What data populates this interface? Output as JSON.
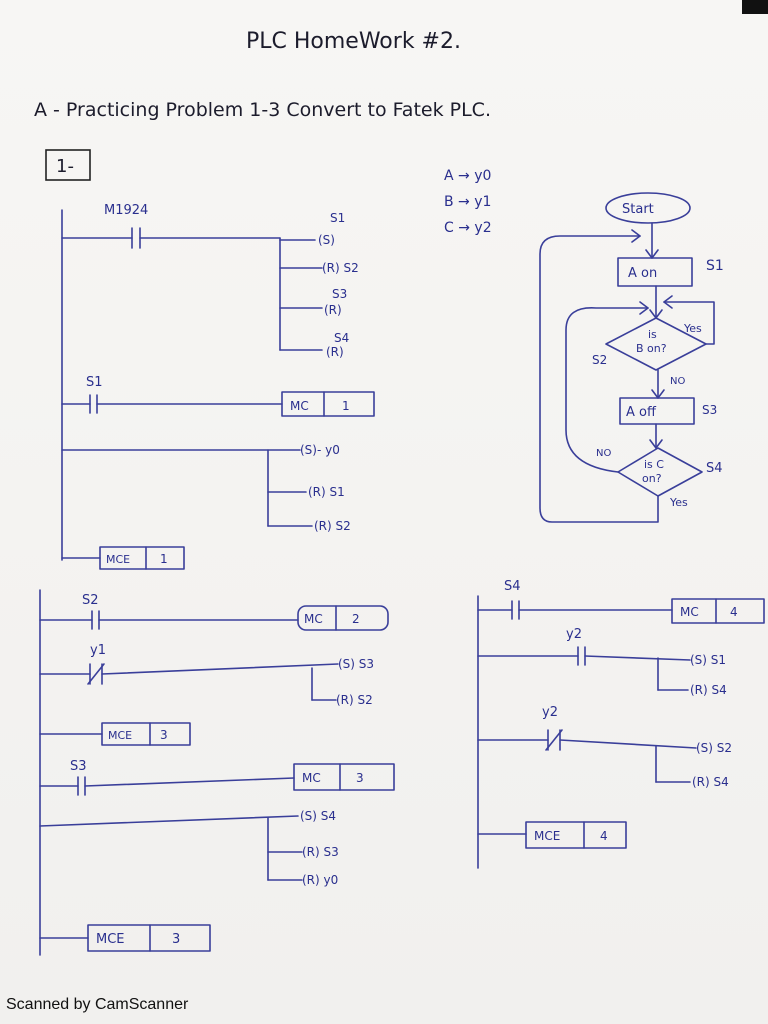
{
  "header": {
    "title": "PLC HomeWork #2.",
    "subtitle": "A - Practicing Problem 1-3 Convert to Fatek PLC.",
    "problem_box": "1-"
  },
  "mapping": [
    "A → y0",
    "B → y1",
    "C → y2"
  ],
  "ladder": {
    "rung1": {
      "contact": "M1924",
      "outputs": [
        "S1",
        "(S)",
        "(R) S2",
        "S3",
        "(R)",
        "S4",
        "(R)"
      ]
    },
    "block1": {
      "contact": "S1",
      "mc": [
        "MC",
        "1"
      ],
      "outputs": [
        "(S)- y0",
        "(R) S1",
        "(R) S2"
      ],
      "mce": [
        "MCE",
        "1"
      ]
    },
    "block2": {
      "contact": "S2",
      "mc": [
        "MC",
        "2"
      ],
      "contact2": "y1",
      "outputs": [
        "(S) S3",
        "(R) S2"
      ],
      "mce": [
        "MCE",
        "3"
      ]
    },
    "block3": {
      "contact": "S3",
      "mc": [
        "MC",
        "3"
      ],
      "outputs": [
        "(S) S4",
        "(R) S3",
        "(R) y0"
      ],
      "mce": [
        "MCE",
        "3"
      ]
    },
    "block4": {
      "contact": "S4",
      "mc": [
        "MC",
        "4"
      ],
      "contact_a": "y2",
      "outputs_a": [
        "(S) S1",
        "(R) S4"
      ],
      "contact_b": "y2",
      "outputs_b": [
        "(S) S2",
        "(R) S4"
      ],
      "mce": [
        "MCE",
        "4"
      ]
    }
  },
  "flowchart": {
    "start": "Start",
    "s1_box": "A on",
    "s1_label": "S1",
    "decision1": [
      "is",
      "B on?"
    ],
    "decision1_yes": "Yes",
    "decision1_no": "NO",
    "s2_label": "S2",
    "s3_box": "A off",
    "s3_label": "S3",
    "decision2": [
      "is C",
      "on?"
    ],
    "decision2_no": "NO",
    "decision2_yes": "Yes",
    "s4_label": "S4"
  },
  "footer": "Scanned by CamScanner"
}
